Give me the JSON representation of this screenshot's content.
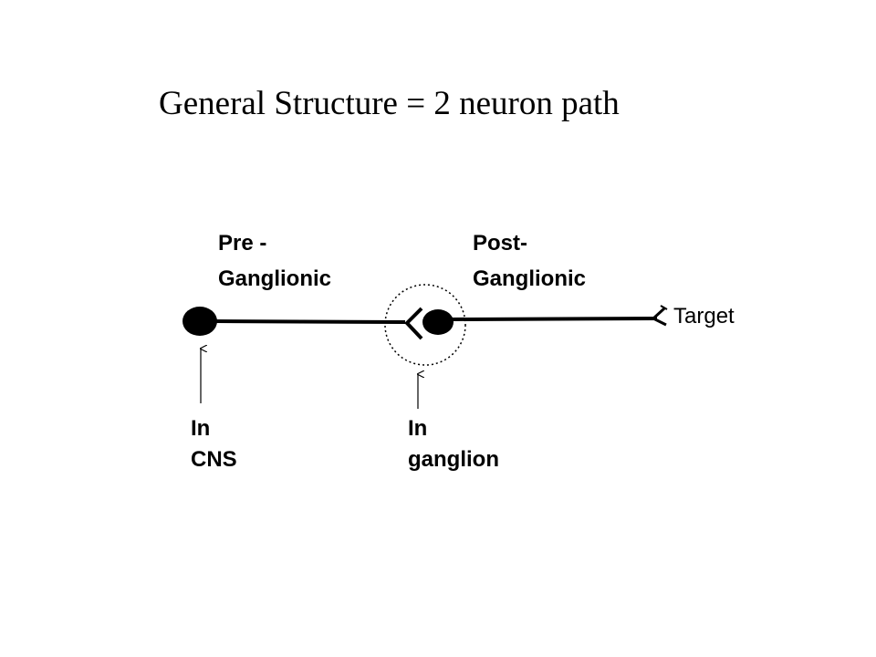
{
  "title": "General Structure = 2 neuron path",
  "pre": {
    "line1": "Pre -",
    "line2": "Ganglionic"
  },
  "post": {
    "line1": "Post-",
    "line2": "Ganglionic"
  },
  "target": "Target",
  "cns": {
    "line1": "In",
    "line2": "CNS"
  },
  "ganglion": {
    "line1": "In",
    "line2": "ganglion"
  }
}
